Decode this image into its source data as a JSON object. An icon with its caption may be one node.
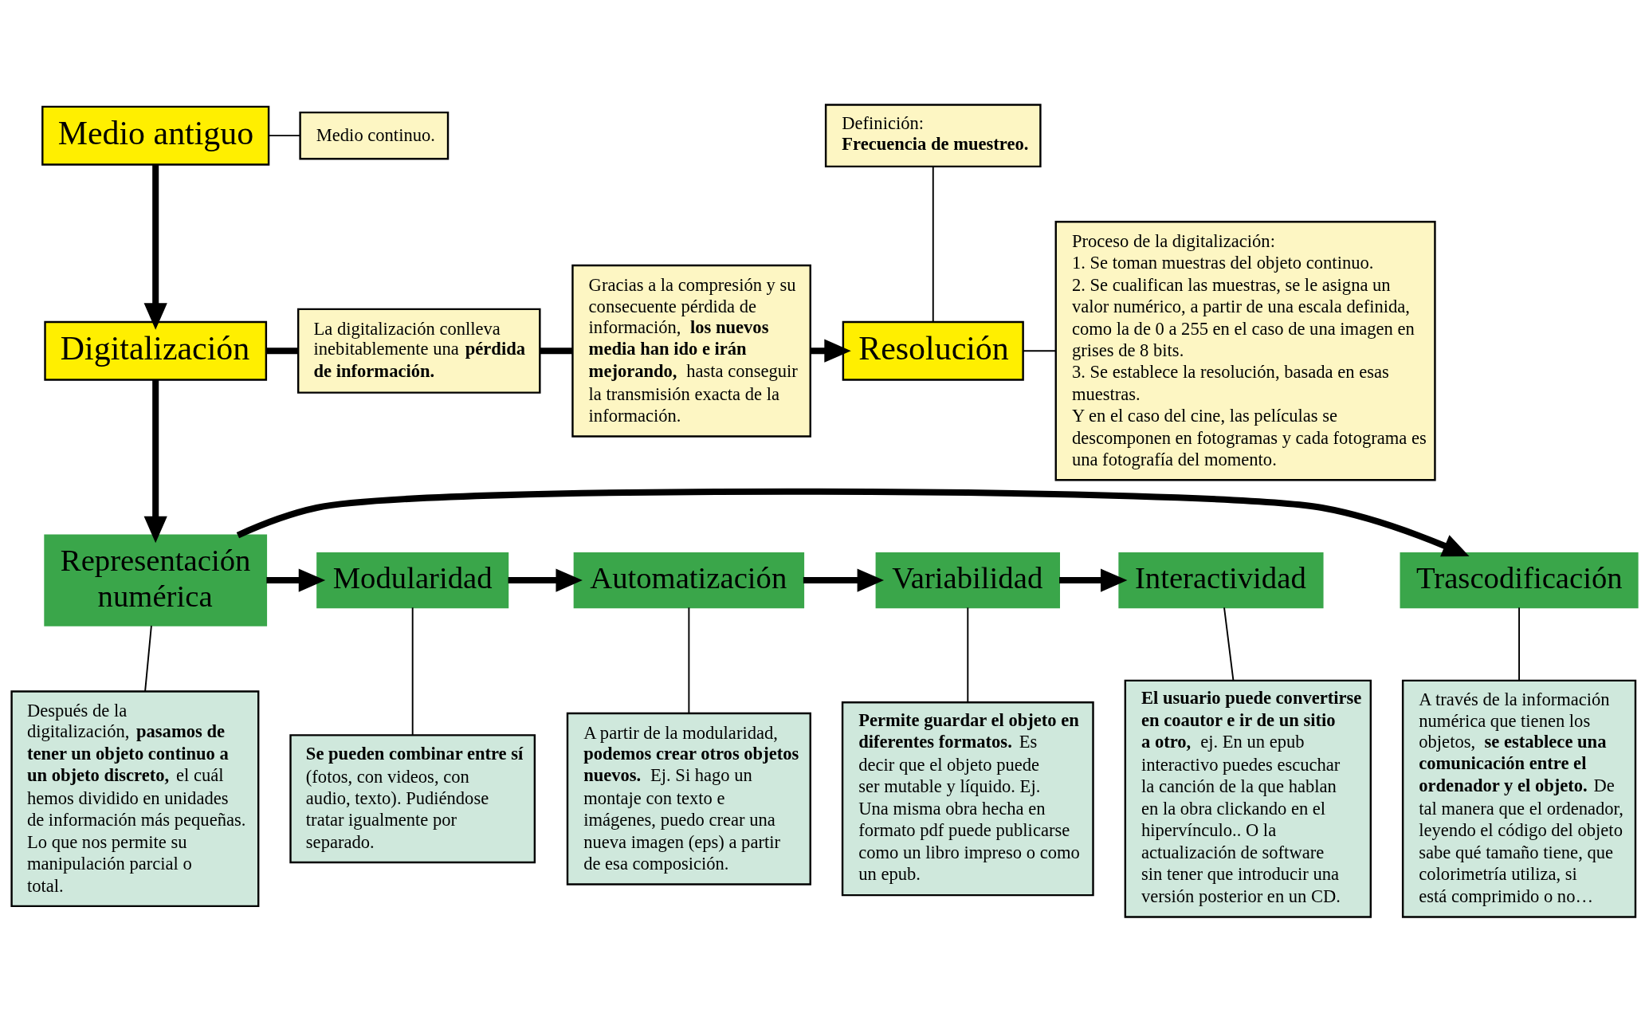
{
  "diagram": {
    "nodes": [
      {
        "text": [
          "Medio antiguo"
        ]
      },
      {
        "text": [
          "Medio continuo."
        ]
      },
      {
        "text": [
          "Digitalización"
        ]
      },
      {
        "text": [
          "La digitalización conlleva inebitablemente una **pérdida de información.**"
        ]
      },
      {
        "text": [
          "Gracias a la compresión y su consecuente pérdida de información, **los nuevos media han ido e irán mejorando,** hasta conseguir la transmisión exacta de la información."
        ]
      },
      {
        "text": [
          "Definición:",
          "Frecuencia de muestreo."
        ]
      },
      {
        "text": [
          "Resolución"
        ]
      },
      {
        "text": [
          "Proceso de la digitalización:",
          "1. Se toman muestras del objeto continuo.",
          "2. Se cualifican las muestras, se le asigna un valor numérico, a partir de una escala definida, como la de 0 a 255 en el caso de una imagen en grises de 8 bits.",
          "3. Se establece la resolución, basada en esas muestras.",
          "Y en el caso del cine, las películas se descomponen en fotogramas y cada fotograma es una fotografía del momento."
        ]
      },
      {
        "text": [
          "Representación numérica"
        ]
      },
      {
        "text": [
          "Modularidad"
        ]
      },
      {
        "text": [
          "Automatización"
        ]
      },
      {
        "text": [
          "Variabilidad"
        ]
      },
      {
        "text": [
          "Interactividad"
        ]
      },
      {
        "text": [
          "Trascodificación"
        ]
      },
      {
        "text": [
          "Después de la digitalización, **pasamos de tener un objeto continuo a un objeto discreto,** el cuál hemos dividido en unidades de información más pequeñas. Lo que nos permite su manipulación parcial o total."
        ]
      },
      {
        "text": [
          "**Se pueden combinar entre sí** (fotos, con videos, con audio, texto). Pudiéndose tratar igualmente por separado."
        ]
      },
      {
        "text": [
          "A partir de la modularidad, **podemos crear otros objetos nuevos.** Ej. Si hago un montaje con texto e imágenes, puedo crear una nueva imagen (eps) a partir de esa composición."
        ]
      },
      {
        "text": [
          "**Permite guardar el objeto en diferentes formatos.** Es decir que el objeto puede ser mutable y líquido. Ej. Una misma obra hecha en formato pdf puede publicarse como un libro impreso o como un epub."
        ]
      },
      {
        "text": [
          "**El usuario puede convertirse en coautor e ir de un sitio a otro,** ej. En un epub interactivo puedes escuchar la canción de la que hablan en la obra clickando en el hipervínculo.. O la actualización de software sin tener que introducir una versión posterior en un CD."
        ]
      },
      {
        "text": [
          "A través de la información numérica que tienen los objetos, **se establece una comunicación entre el ordenador y el objeto.** De tal manera que el ordenador, leyendo el código del objeto sabe qué tamaño tiene, que colorimetría utiliza, si está comprimido o no…"
        ]
      }
    ],
    "edges": [
      {
        "from": 0,
        "to": 1,
        "arrow": "none"
      },
      {
        "from": 0,
        "to": 2,
        "arrow": "to"
      },
      {
        "from": 2,
        "to": 3,
        "arrow": "none"
      },
      {
        "from": 3,
        "to": 4,
        "arrow": "none"
      },
      {
        "from": 4,
        "to": 6,
        "arrow": "to"
      },
      {
        "from": 5,
        "to": 6,
        "arrow": "none"
      },
      {
        "from": 6,
        "to": 7,
        "arrow": "none"
      },
      {
        "from": 2,
        "to": 8,
        "arrow": "to"
      },
      {
        "from": 8,
        "to": 9,
        "arrow": "to"
      },
      {
        "from": 9,
        "to": 10,
        "arrow": "to"
      },
      {
        "from": 10,
        "to": 11,
        "arrow": "to"
      },
      {
        "from": 11,
        "to": 12,
        "arrow": "to"
      },
      {
        "from": 8,
        "to": 13,
        "arrow": "to"
      },
      {
        "from": 8,
        "to": 14,
        "arrow": "none"
      },
      {
        "from": 9,
        "to": 15,
        "arrow": "none"
      },
      {
        "from": 10,
        "to": 16,
        "arrow": "none"
      },
      {
        "from": 11,
        "to": 17,
        "arrow": "none"
      },
      {
        "from": 12,
        "to": 18,
        "arrow": "none"
      },
      {
        "from": 13,
        "to": 19,
        "arrow": "none"
      }
    ]
  }
}
